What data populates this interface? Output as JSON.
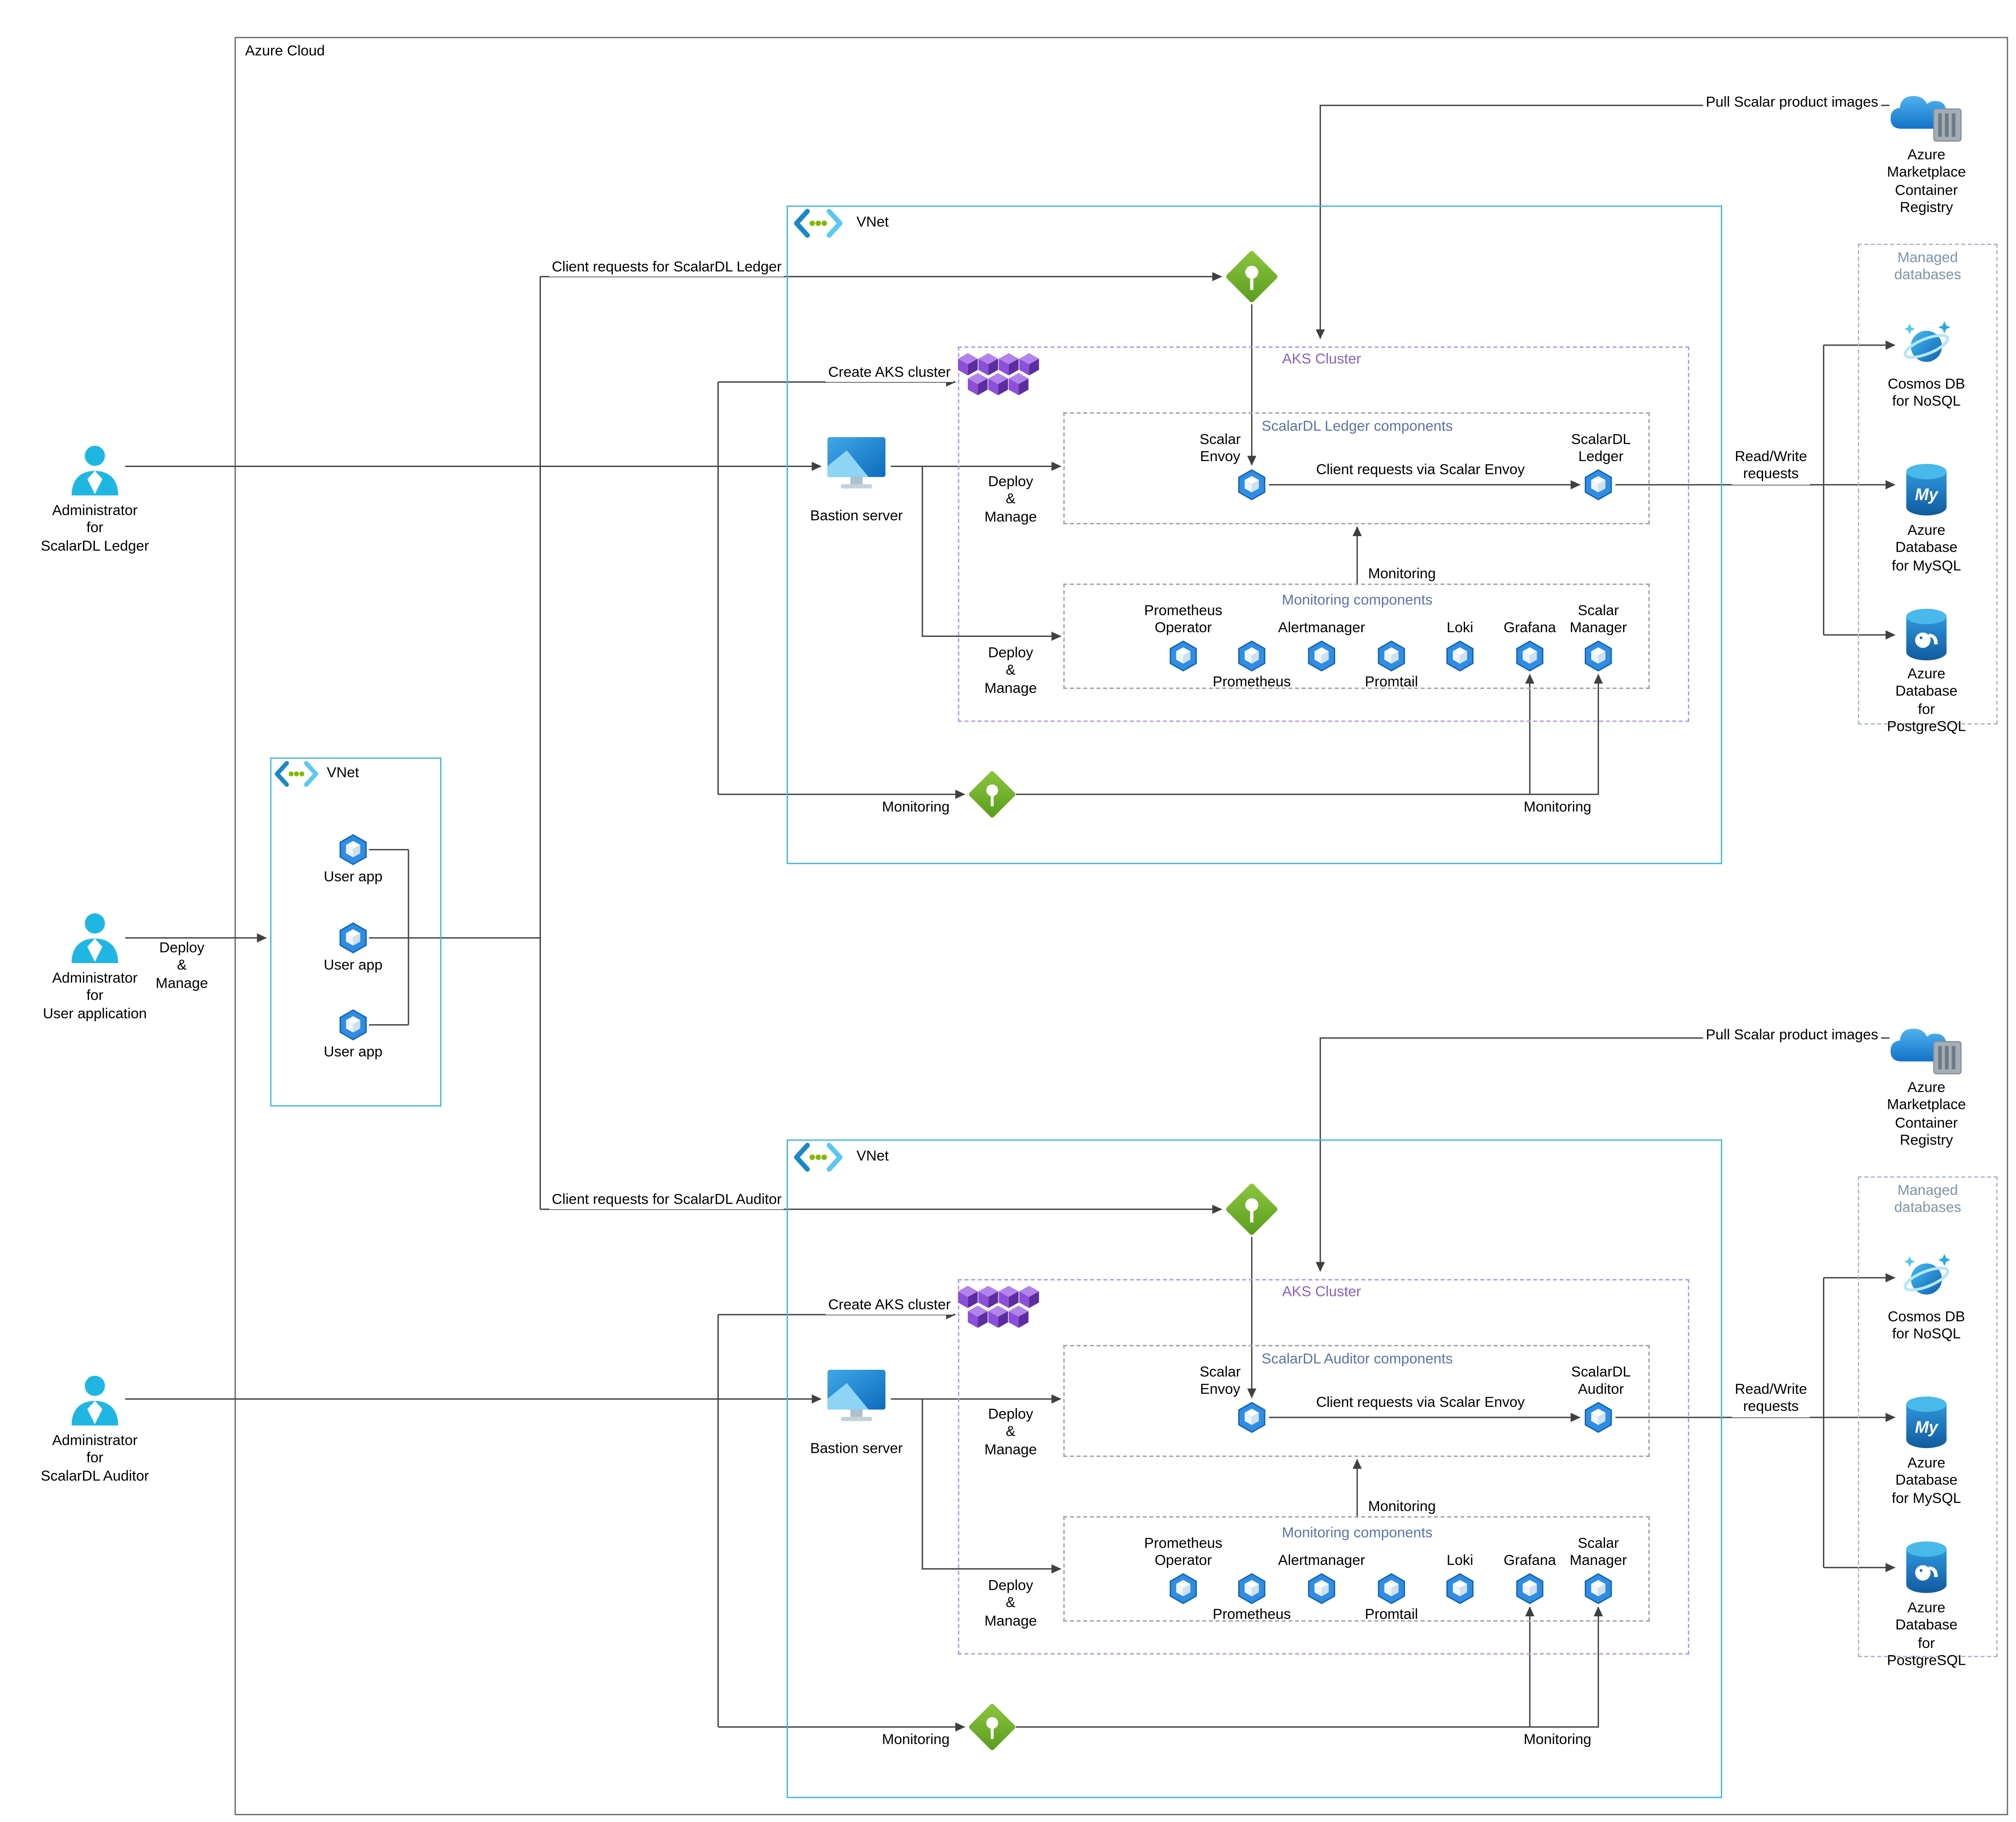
{
  "azure_cloud": {
    "label": "Azure Cloud"
  },
  "actors": {
    "ledger_admin": "Administrator\nfor\nScalarDL Ledger",
    "user_admin": "Administrator\nfor\nUser application",
    "auditor_admin": "Administrator\nfor\nScalarDL Auditor",
    "deploy_manage": "Deploy\n&\nManage"
  },
  "user_vnet": {
    "label": "VNet",
    "apps": [
      {
        "label": "User app"
      },
      {
        "label": "User app"
      },
      {
        "label": "User app"
      }
    ]
  },
  "clusters": [
    {
      "vnet_label": "VNet",
      "client_requests": "Client requests for ScalarDL Ledger",
      "create_aks": "Create AKS cluster",
      "bastion": "Bastion server",
      "deploy_top": "Deploy\n&\nManage",
      "deploy_bottom": "Deploy\n&\nManage",
      "aks_cluster": "AKS Cluster",
      "components": "ScalarDL Ledger components",
      "envoy": "Scalar\nEnvoy",
      "product": "ScalarDL\nLedger",
      "via_envoy": "Client requests via Scalar Envoy",
      "monitoring_components": "Monitoring components",
      "monitoring_items": [
        {
          "label": "Prometheus\nOperator"
        },
        {
          "label": "Prometheus"
        },
        {
          "label": "Alertmanager"
        },
        {
          "label": "Promtail"
        },
        {
          "label": "Loki"
        },
        {
          "label": "Grafana"
        },
        {
          "label": "Scalar\nManager"
        }
      ],
      "monitoring_up": "Monitoring",
      "monitoring_left": "Monitoring",
      "monitoring_right": "Monitoring",
      "pull_images": "Pull Scalar product images",
      "registry": "Azure Marketplace\nContainer Registry",
      "managed_databases": "Managed databases",
      "databases": [
        {
          "label": "Cosmos DB\nfor NoSQL"
        },
        {
          "label": "Azure Database\nfor MySQL"
        },
        {
          "label": "Azure Database\nfor PostgreSQL"
        }
      ],
      "read_write": "Read/Write\nrequests"
    },
    {
      "vnet_label": "VNet",
      "client_requests": "Client requests for ScalarDL Auditor",
      "create_aks": "Create AKS cluster",
      "bastion": "Bastion server",
      "deploy_top": "Deploy\n&\nManage",
      "deploy_bottom": "Deploy\n&\nManage",
      "aks_cluster": "AKS Cluster",
      "components": "ScalarDL Auditor components",
      "envoy": "Scalar\nEnvoy",
      "product": "ScalarDL\nAuditor",
      "via_envoy": "Client requests via Scalar Envoy",
      "monitoring_components": "Monitoring components",
      "monitoring_items": [
        {
          "label": "Prometheus\nOperator"
        },
        {
          "label": "Prometheus"
        },
        {
          "label": "Alertmanager"
        },
        {
          "label": "Promtail"
        },
        {
          "label": "Loki"
        },
        {
          "label": "Grafana"
        },
        {
          "label": "Scalar\nManager"
        }
      ],
      "monitoring_up": "Monitoring",
      "monitoring_left": "Monitoring",
      "monitoring_right": "Monitoring",
      "pull_images": "Pull Scalar product images",
      "registry": "Azure Marketplace\nContainer Registry",
      "managed_databases": "Managed databases",
      "databases": [
        {
          "label": "Cosmos DB\nfor NoSQL"
        },
        {
          "label": "Azure Database\nfor MySQL"
        },
        {
          "label": "Azure Database\nfor PostgreSQL"
        }
      ],
      "read_write": "Read/Write\nrequests"
    }
  ],
  "icons": {
    "user": "person-silhouette",
    "vnet": "angle-brackets-with-dots",
    "load_balancer": "green-diamond-pin",
    "aks": "purple-cubes-cluster",
    "bastion": "blue-monitor",
    "pod": "blue-hexagon-cube",
    "cosmos_db": "ringed-planet-with-stars",
    "mysql": "database-cylinder-My",
    "postgresql": "database-cylinder-elephant",
    "container_registry": "cloud-with-container"
  },
  "colors": {
    "accent_blue": "#2f8de4",
    "accent_green": "#76b82a",
    "accent_purple": "#8b4fd8",
    "accent_cyan": "#1fb6e4",
    "vnet_border": "#45b6e0",
    "aks_label": "#8661c5",
    "components_label": "#5b74a8",
    "managed_label": "#7f93a8",
    "line": "#404040"
  }
}
